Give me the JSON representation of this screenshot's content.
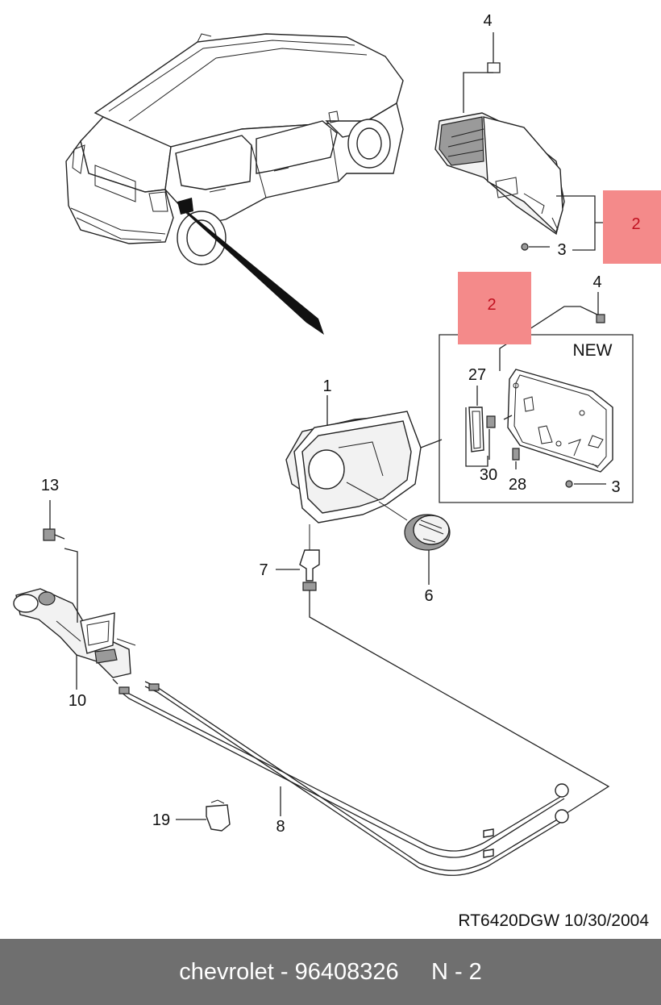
{
  "callouts": {
    "n1": "1",
    "n2_top": "2",
    "n2_mid": "2",
    "n3_top": "3",
    "n3_box": "3",
    "n4_top": "4",
    "n4_mid": "4",
    "n6": "6",
    "n7": "7",
    "n8": "8",
    "n10": "10",
    "n13": "13",
    "n19": "19",
    "n27": "27",
    "n28": "28",
    "n30": "30"
  },
  "new_box_label": "NEW",
  "drawing_code": "RT6420DGW  10/30/2004",
  "footer": {
    "text": "chevrolet - 96408326     N - 2"
  },
  "colors": {
    "highlight": "#f48a8a",
    "highlight_text": "#c01020",
    "footer_bg": "#6f6f6f",
    "footer_text": "#ffffff"
  }
}
